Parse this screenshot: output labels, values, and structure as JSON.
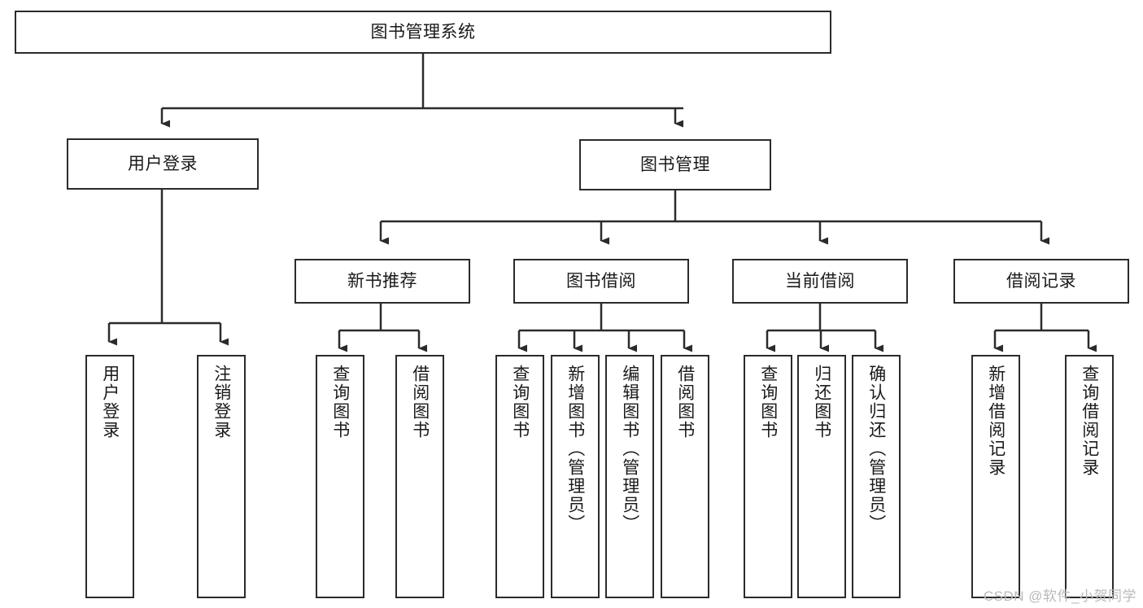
{
  "diagram": {
    "type": "tree-hierarchy",
    "title": "图书管理系统",
    "watermark": "CSDN @软件_小贺同学",
    "colors": {
      "box_border": "#2b2b2b",
      "box_fill": "#ffffff",
      "connector": "#2b2b2b",
      "text": "#1a1a1a",
      "watermark": "#b9b9b9"
    },
    "root": {
      "label": "图书管理系统"
    },
    "level2": [
      {
        "label": "用户登录"
      },
      {
        "label": "图书管理"
      }
    ],
    "level3": [
      {
        "label": "新书推荐"
      },
      {
        "label": "图书借阅"
      },
      {
        "label": "当前借阅"
      },
      {
        "label": "借阅记录"
      }
    ],
    "leaves": {
      "user_login": [
        {
          "label": "用户登录"
        },
        {
          "label": "注销登录"
        }
      ],
      "new_book": [
        {
          "label": "查询图书"
        },
        {
          "label": "借阅图书"
        }
      ],
      "book_borrow": [
        {
          "label": "查询图书"
        },
        {
          "label": "新增图书（管理员）"
        },
        {
          "label": "编辑图书（管理员）"
        },
        {
          "label": "借阅图书"
        }
      ],
      "current_borrow": [
        {
          "label": "查询图书"
        },
        {
          "label": "归还图书"
        },
        {
          "label": "确认归还（管理员）"
        }
      ],
      "borrow_record": [
        {
          "label": "新增借阅记录"
        },
        {
          "label": "查询借阅记录"
        }
      ]
    }
  }
}
